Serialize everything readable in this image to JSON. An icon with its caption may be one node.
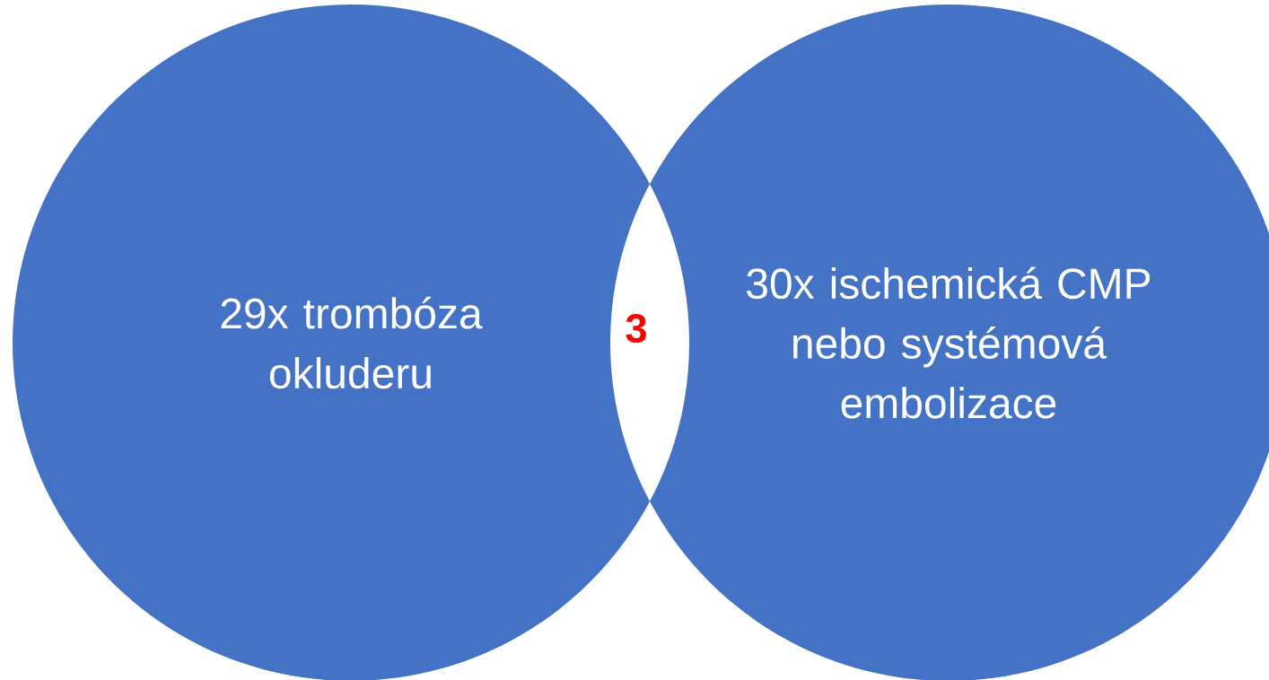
{
  "diagram": {
    "nodes": [
      {
        "text": [
          "29x trombóza okluderu"
        ]
      },
      {
        "text": [
          "30x ischemická CMP nebo systémová embolizace"
        ]
      }
    ],
    "labels": [
      "3"
    ]
  }
}
